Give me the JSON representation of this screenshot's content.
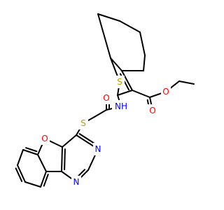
{
  "colors": {
    "bond": "#000000",
    "background": "#ffffff"
  },
  "atoms": {
    "S_thiophene": {
      "label": "S",
      "color": "#B8A100"
    },
    "S_thioether": {
      "label": "S",
      "color": "#B8A100"
    },
    "N_amide": {
      "label": "NH",
      "color": "#0000FF"
    },
    "O_amide": {
      "label": "O",
      "color": "#FF0000"
    },
    "O_ester_carbonyl": {
      "label": "O",
      "color": "#FF0000"
    },
    "O_ester": {
      "label": "O",
      "color": "#FF0000"
    },
    "O_furan": {
      "label": "O",
      "color": "#FF0000"
    },
    "N_pyrimidine_1": {
      "label": "N",
      "color": "#0000FF"
    },
    "N_pyrimidine_2": {
      "label": "N",
      "color": "#0000FF"
    }
  }
}
